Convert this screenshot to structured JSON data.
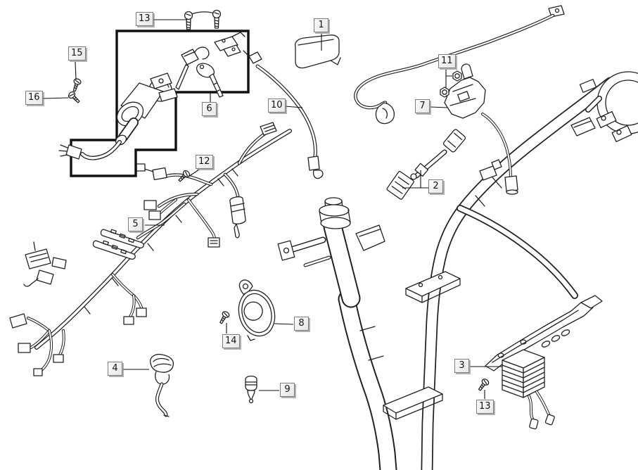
{
  "diagram": {
    "background_color": "#ffffff",
    "line_color": "#222222",
    "callout_box": {
      "background_color": "#efefef",
      "border_color": "#7d7d7d",
      "shadow_color": "#9c9c9c",
      "text_color": "#141414"
    }
  },
  "callouts": [
    {
      "text": "13"
    },
    {
      "text": "1"
    },
    {
      "text": "15"
    },
    {
      "text": "16"
    },
    {
      "text": "6"
    },
    {
      "text": "10"
    },
    {
      "text": "11"
    },
    {
      "text": "7"
    },
    {
      "text": "2"
    },
    {
      "text": "12"
    },
    {
      "text": "5"
    },
    {
      "text": "8"
    },
    {
      "text": "14"
    },
    {
      "text": "4"
    },
    {
      "text": "9"
    },
    {
      "text": "3"
    },
    {
      "text": "13"
    }
  ]
}
